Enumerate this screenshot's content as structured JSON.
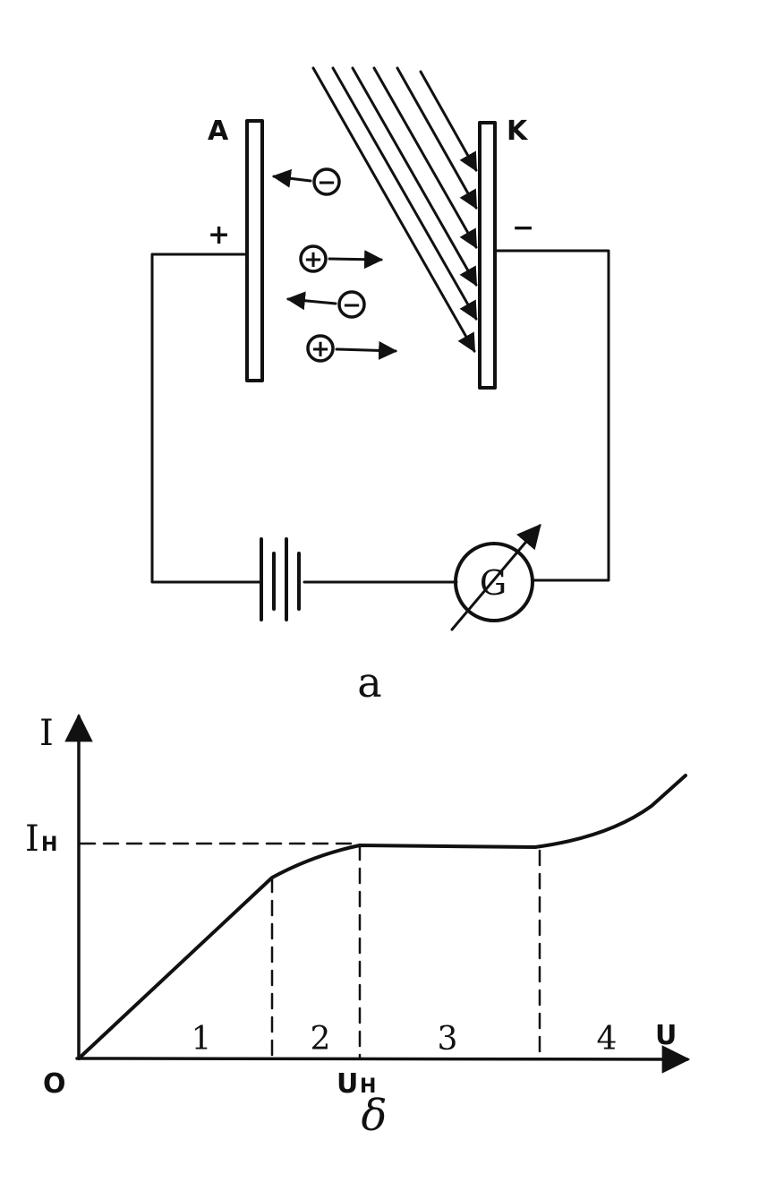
{
  "circuit": {
    "anode_label": "A",
    "cathode_label": "K",
    "anode_sign": "+",
    "cathode_sign": "−",
    "galvanometer_label": "G",
    "electron_symbol": "−",
    "ion_symbol": "+",
    "caption": "a"
  },
  "graph": {
    "y_axis_label": "I",
    "x_axis_label": "U",
    "origin_label": "O",
    "saturation_current_label": "I",
    "saturation_current_sub": "H",
    "saturation_voltage_label": "U",
    "saturation_voltage_sub": "H",
    "regions": [
      "1",
      "2",
      "3",
      "4"
    ],
    "caption": "δ"
  },
  "colors": {
    "ink": "#111111",
    "background": "#ffffff"
  }
}
